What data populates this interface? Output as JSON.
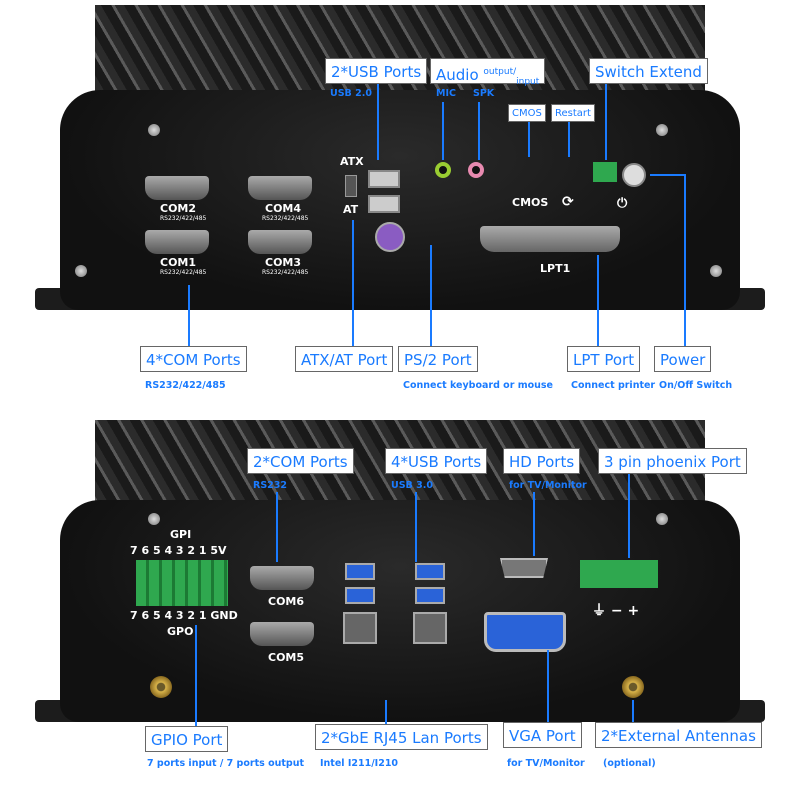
{
  "top_device": {
    "ports": {
      "com2": "COM2",
      "com4": "COM4",
      "com1": "COM1",
      "com3": "COM3",
      "com_sub": "RS232/422/485",
      "atx": "ATX",
      "at": "AT",
      "cmos": "CMOS",
      "lpt1": "LPT1"
    },
    "callouts": {
      "usb": {
        "title": "2*USB Ports",
        "sub": "USB 2.0"
      },
      "audio": {
        "title": "Audio",
        "sup": "output/",
        "sub_script": "input",
        "mic": "MIC",
        "spk": "SPK"
      },
      "cmos": "CMOS",
      "restart": "Restart",
      "switch": "Switch Extend",
      "com": {
        "title": "4*COM Ports",
        "sub": "RS232/422/485"
      },
      "atx": "ATX/AT Port",
      "ps2": {
        "title": "PS/2 Port",
        "sub": "Connect keyboard or mouse"
      },
      "lpt": {
        "title": "LPT Port",
        "sub": "Connect printer"
      },
      "power": {
        "title": "Power",
        "sub": "On/Off Switch"
      }
    }
  },
  "bottom_device": {
    "ports": {
      "gpi": "GPI",
      "gpi_pins": "7 6 5 4 3 2 1 5V",
      "gpo_pins": "7 6 5 4 3 2 1 GND",
      "gpo": "GPO",
      "com6": "COM6",
      "com5": "COM5",
      "phoenix_pins": "⏚ − +"
    },
    "callouts": {
      "com": {
        "title": "2*COM Ports",
        "sub": "RS232"
      },
      "usb": {
        "title": "4*USB Ports",
        "sub": "USB 3.0"
      },
      "hd": {
        "title": "HD Ports",
        "sub": "for TV/Monitor"
      },
      "phoenix": "3 pin phoenix Port",
      "gpio": {
        "title": "GPIO Port",
        "sub": "7 ports input / 7 ports output"
      },
      "lan": {
        "title": "2*GbE RJ45 Lan Ports",
        "sub": "Intel I211/I210"
      },
      "vga": {
        "title": "VGA Port",
        "sub": "for TV/Monitor"
      },
      "antennas": {
        "title": "2*External Antennas",
        "sub": "(optional)"
      }
    }
  },
  "colors": {
    "accent": "#1a7bff",
    "chassis": "#1a1a1a",
    "terminal": "#2fa84f"
  }
}
